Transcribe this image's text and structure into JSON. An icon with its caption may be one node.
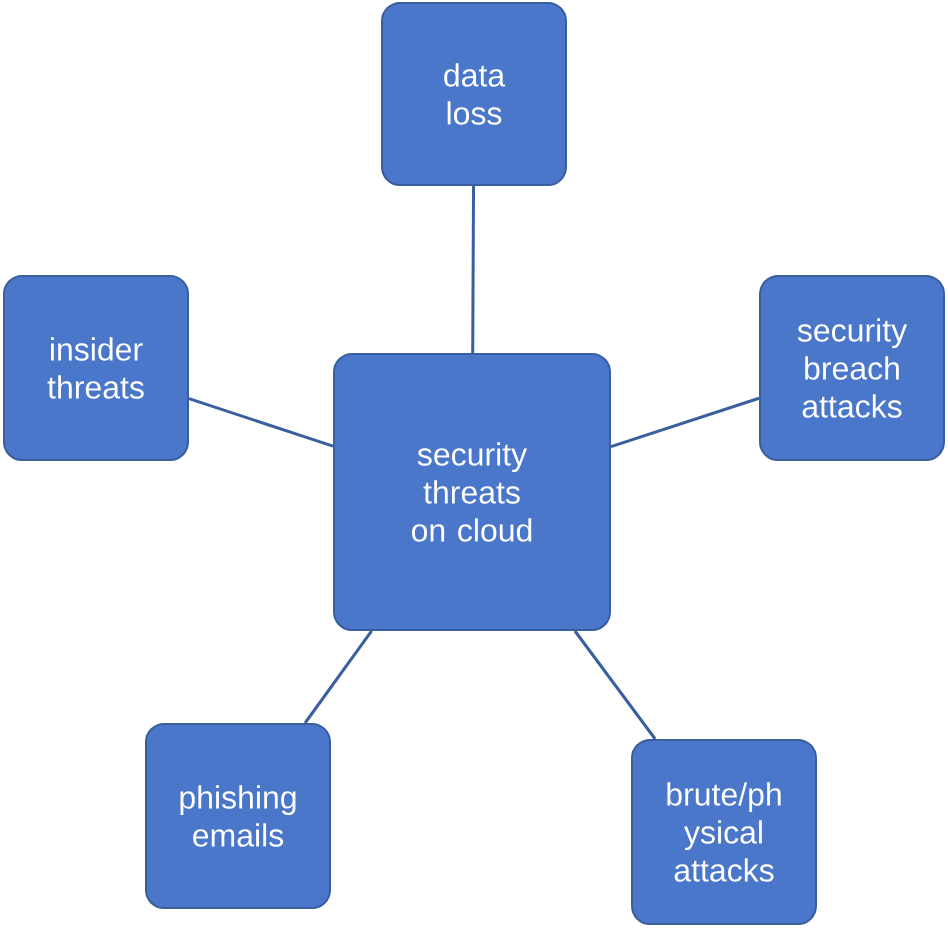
{
  "diagram": {
    "nodes": [
      {
        "text": [
          "data loss"
        ]
      },
      {
        "text": [
          "insider threats"
        ]
      },
      {
        "text": [
          "security breach attacks"
        ]
      },
      {
        "text": [
          "security threats on cloud"
        ]
      },
      {
        "text": [
          "phishing emails"
        ]
      },
      {
        "text": [
          "brute/ph ysical attacks"
        ]
      }
    ],
    "edges": [
      {
        "from": 3,
        "to": 0,
        "arrow": "none"
      },
      {
        "from": 3,
        "to": 1,
        "arrow": "none"
      },
      {
        "from": 3,
        "to": 2,
        "arrow": "none"
      },
      {
        "from": 3,
        "to": 4,
        "arrow": "none"
      },
      {
        "from": 3,
        "to": 5,
        "arrow": "none"
      }
    ]
  }
}
